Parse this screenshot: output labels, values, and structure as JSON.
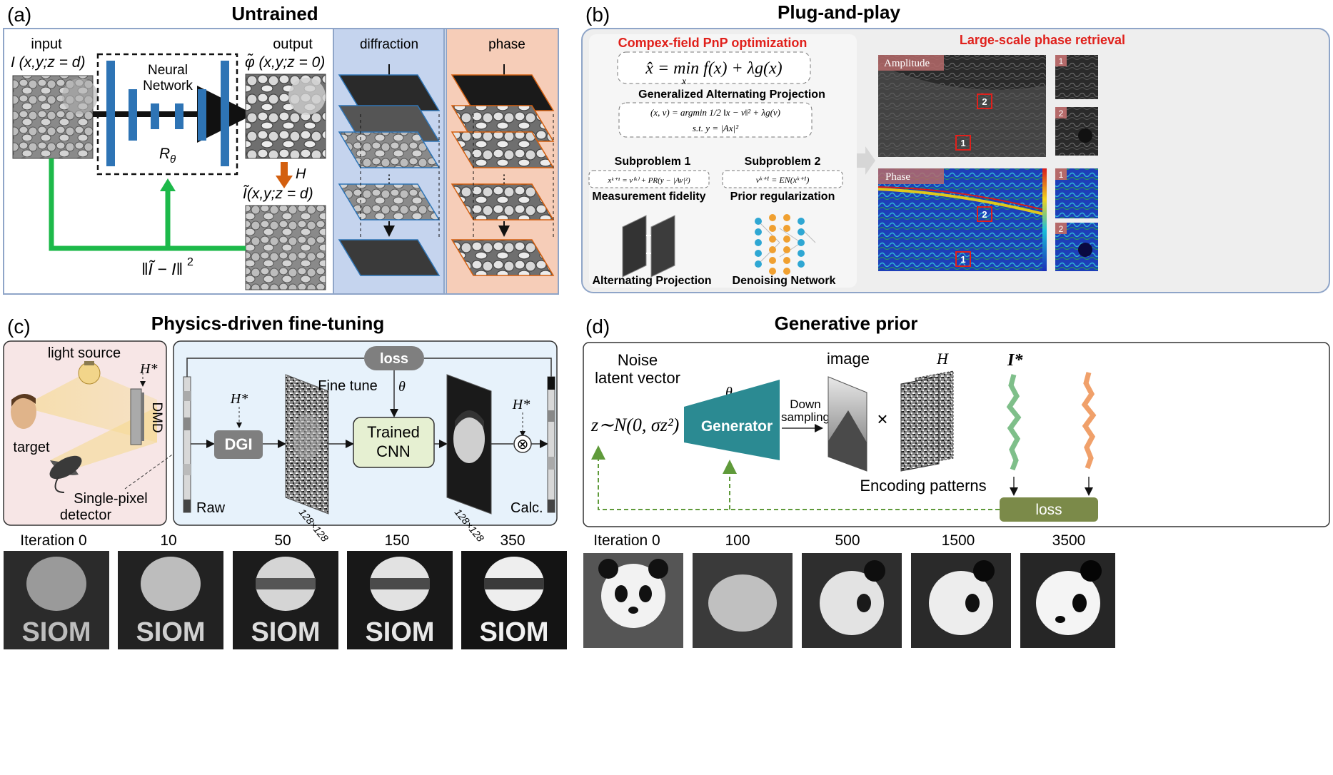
{
  "panel_a": {
    "letter": "(a)",
    "title": "Untrained",
    "input_label": "input",
    "input_formula": "I (x,y;z = d)",
    "output_label": "output",
    "output_formula": "φ̃ (x,y;z = 0)",
    "network_label_1": "Neural",
    "network_label_2": "Network",
    "network_param": "R",
    "network_param_sub": "θ",
    "operator": "H",
    "estimate_formula": "Ĩ(x,y;z = d)",
    "loss_formula": "‖Ĩ − I‖",
    "loss_power": "2",
    "diffraction_label": "diffraction",
    "phase_label": "phase",
    "colors": {
      "network_bar": "#2e74b5",
      "arrow_green": "#1db94a",
      "arrow_orange": "#d35f0f",
      "diffraction_bg": "#c5d4ee",
      "phase_bg": "#f6cdb8"
    }
  },
  "panel_b": {
    "letter": "(b)",
    "title": "Plug-and-play",
    "opt_title": "Compex-field PnP optimization",
    "main_formula": "x̂ = min f(x) + λg(x)",
    "main_formula_sub": "x",
    "gap_label": "Generalized Alternating Projection",
    "gap_formula_1": "(x, v) = argmin 1/2 ‖x − v‖² + λg(v)",
    "gap_formula_2": "s.t. y = |Ax|²",
    "sub1_title": "Subproblem 1",
    "sub1_formula": "xᵏ⁺¹ = v⁽ᵏ⁾ + PR(y − |Av|²)",
    "sub1_label": "Measurement fidelity",
    "sub2_title": "Subproblem 2",
    "sub2_formula": "vᵏ⁺¹ = EN(xᵏ⁺¹)",
    "sub2_label": "Prior regularization",
    "alt_proj_label": "Alternating Projection",
    "denoise_label": "Denoising Network",
    "retrieval_title": "Large-scale phase retrieval",
    "amplitude_tag": "Amplitude",
    "phase_tag": "Phase",
    "roi_1": "1",
    "roi_2": "2",
    "colors": {
      "red_title": "#e0201b",
      "panel_bg": "#eeeeee"
    }
  },
  "panel_c": {
    "letter": "(c)",
    "title": "Physics-driven fine-tuning",
    "light_source": "light source",
    "h_star": "H*",
    "dmd": "DMD",
    "target": "target",
    "detector_1": "Single-pixel",
    "detector_2": "detector",
    "loss": "loss",
    "fine_tune": "Fine tune",
    "theta": "θ",
    "dgi": "DGI",
    "cnn_1": "Trained",
    "cnn_2": "CNN",
    "raw": "Raw",
    "calc": "Calc.",
    "size_1": "128×128",
    "size_2": "128×128",
    "otimes": "⊗",
    "iterations": [
      "Iteration 0",
      "10",
      "50",
      "150",
      "350"
    ],
    "result_text": "SIOM",
    "colors": {
      "left_bg": "#f7e6e6",
      "right_bg": "#e7f2fb",
      "dgi": "#7f7f7f",
      "cnn": "#e6f0d2"
    }
  },
  "panel_d": {
    "letter": "(d)",
    "title": "Generative prior",
    "noise_1": "Noise",
    "noise_2": "latent vector",
    "latent_formula": "z∼N(0, σz²)",
    "theta": "θ",
    "generator": "Generator",
    "down_1": "Down",
    "down_2": "sampling",
    "image_label": "image",
    "h_label": "H",
    "times": "×",
    "i_star": "I*",
    "encoding": "Encoding patterns",
    "loss": "loss",
    "iterations": [
      "Iteration 0",
      "100",
      "500",
      "1500",
      "3500"
    ],
    "colors": {
      "generator": "#2b8a92",
      "loss": "#7b8a49",
      "signal_green": "#7fbf8a",
      "signal_orange": "#f0a06a",
      "dashed_green": "#5f9a3a"
    }
  }
}
